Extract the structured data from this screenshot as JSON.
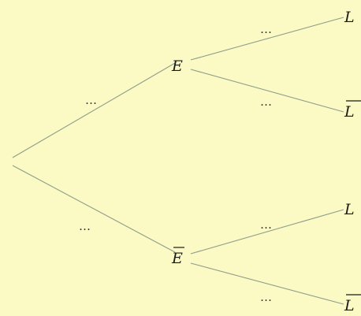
{
  "tree": {
    "level1": [
      {
        "node": "E",
        "complement": false,
        "edge_label": "…"
      },
      {
        "node": "E",
        "complement": true,
        "edge_label": "…"
      }
    ],
    "level2": [
      {
        "node": "L",
        "complement": false,
        "edge_label": "…"
      },
      {
        "node": "L",
        "complement": true,
        "edge_label": "…"
      },
      {
        "node": "L",
        "complement": false,
        "edge_label": "…"
      },
      {
        "node": "L",
        "complement": true,
        "edge_label": "…"
      }
    ]
  }
}
